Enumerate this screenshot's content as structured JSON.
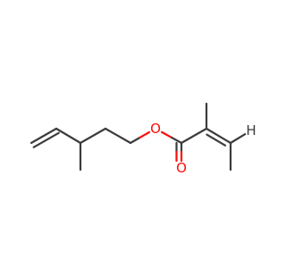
{
  "atoms": [
    {
      "id": "C1",
      "element": "C",
      "label": ""
    },
    {
      "id": "C2",
      "element": "C",
      "label": ""
    },
    {
      "id": "C3",
      "element": "C",
      "label": ""
    },
    {
      "id": "C3m",
      "element": "C",
      "label": ""
    },
    {
      "id": "C4",
      "element": "C",
      "label": ""
    },
    {
      "id": "C5",
      "element": "C",
      "label": ""
    },
    {
      "id": "O1",
      "element": "O",
      "label": "O"
    },
    {
      "id": "C6",
      "element": "C",
      "label": ""
    },
    {
      "id": "O2",
      "element": "O",
      "label": "O"
    },
    {
      "id": "C7",
      "element": "C",
      "label": ""
    },
    {
      "id": "C7m",
      "element": "C",
      "label": ""
    },
    {
      "id": "C8",
      "element": "C",
      "label": ""
    },
    {
      "id": "H8",
      "element": "H",
      "label": "H"
    },
    {
      "id": "C9",
      "element": "C",
      "label": ""
    }
  ],
  "bonds": [
    {
      "from": "C1",
      "to": "C2",
      "order": 2
    },
    {
      "from": "C2",
      "to": "C3",
      "order": 1
    },
    {
      "from": "C3",
      "to": "C3m",
      "order": 1
    },
    {
      "from": "C3",
      "to": "C4",
      "order": 1
    },
    {
      "from": "C4",
      "to": "C5",
      "order": 1
    },
    {
      "from": "C5",
      "to": "O1",
      "order": 1
    },
    {
      "from": "O1",
      "to": "C6",
      "order": 1
    },
    {
      "from": "C6",
      "to": "O2",
      "order": 2
    },
    {
      "from": "C6",
      "to": "C7",
      "order": 1
    },
    {
      "from": "C7",
      "to": "C7m",
      "order": 1
    },
    {
      "from": "C7",
      "to": "C8",
      "order": 2
    },
    {
      "from": "C8",
      "to": "H8",
      "order": 1
    },
    {
      "from": "C8",
      "to": "C9",
      "order": 1
    }
  ],
  "colors": {
    "carbon": "#3c3c3c",
    "oxygen": "#ff0d0d",
    "hydrogen": "#3c3c3c"
  }
}
